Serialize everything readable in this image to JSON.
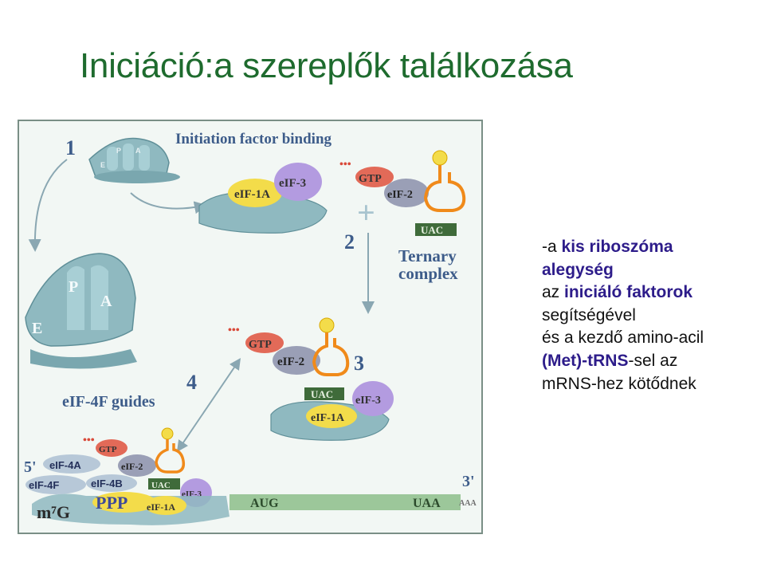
{
  "slide": {
    "title": "Iniciáció:a szereplők találkozása",
    "lines": [
      {
        "prefix": "-a ",
        "highlight": "kis riboszóma",
        "suffix": ""
      },
      {
        "prefix": "",
        "highlight": "alegység",
        "suffix": ""
      },
      {
        "prefix": "az ",
        "highlight": "iniciáló faktorok",
        "suffix": ""
      },
      {
        "prefix": "segítségével",
        "highlight": "",
        "suffix": ""
      },
      {
        "prefix": "és a kezdő amino-acil",
        "highlight": "",
        "suffix": ""
      },
      {
        "prefix": "",
        "highlight": "(Met)-tRNS",
        "suffix": "-sel az"
      },
      {
        "prefix": "mRNS-hez kötődnek",
        "highlight": "",
        "suffix": ""
      }
    ]
  },
  "figure": {
    "heading": "Initiation factor binding",
    "step1": "1",
    "step2": "2",
    "step3": "3",
    "step4": "4",
    "ternary1": "Ternary",
    "ternary2": "complex",
    "guides": "eIF-4F guides",
    "site_e": "E",
    "site_p": "P",
    "site_a": "A",
    "small_e": "E",
    "small_p": "P",
    "small_a": "A",
    "eif1a": "eIF-1A",
    "eif3": "eIF-3",
    "gtp": "GTP",
    "eif2": "eIF-2",
    "uac": "UAC",
    "plus": "+",
    "dots": "•••",
    "gtp_b": "GTP",
    "eif2_b": "eIF-2",
    "uac_b": "UAC",
    "eif3_b": "eIF-3",
    "eif1a_b": "eIF-1A",
    "five_prime": "5'",
    "three_prime": "3'",
    "eif4a": "eIF-4A",
    "eif4f": "eIF-4F",
    "eif4b": "eIF-4B",
    "cap": "m⁷G",
    "ppp": "PPP",
    "gtp_c": "GTP",
    "eif2_c": "eIF-2",
    "uac_c": "UAC",
    "eif1a_c": "eIF-1A",
    "eif3_c": "eIF-3",
    "aug": "AUG",
    "uaa": "UAA",
    "polya": "AAA"
  },
  "colors": {
    "title": "#1e6b2e",
    "highlight": "#2d1c8a",
    "ribosome": "#8fb9c0",
    "ribosome_dark": "#5f8f98",
    "eif1a": "#f3dc4a",
    "eif3": "#b39be0",
    "gtp": "#e26a58",
    "eif2": "#9a9fb6",
    "trna": "#f08a1a",
    "uac": "#3f6b3a",
    "mrna": "#9cc79a"
  }
}
